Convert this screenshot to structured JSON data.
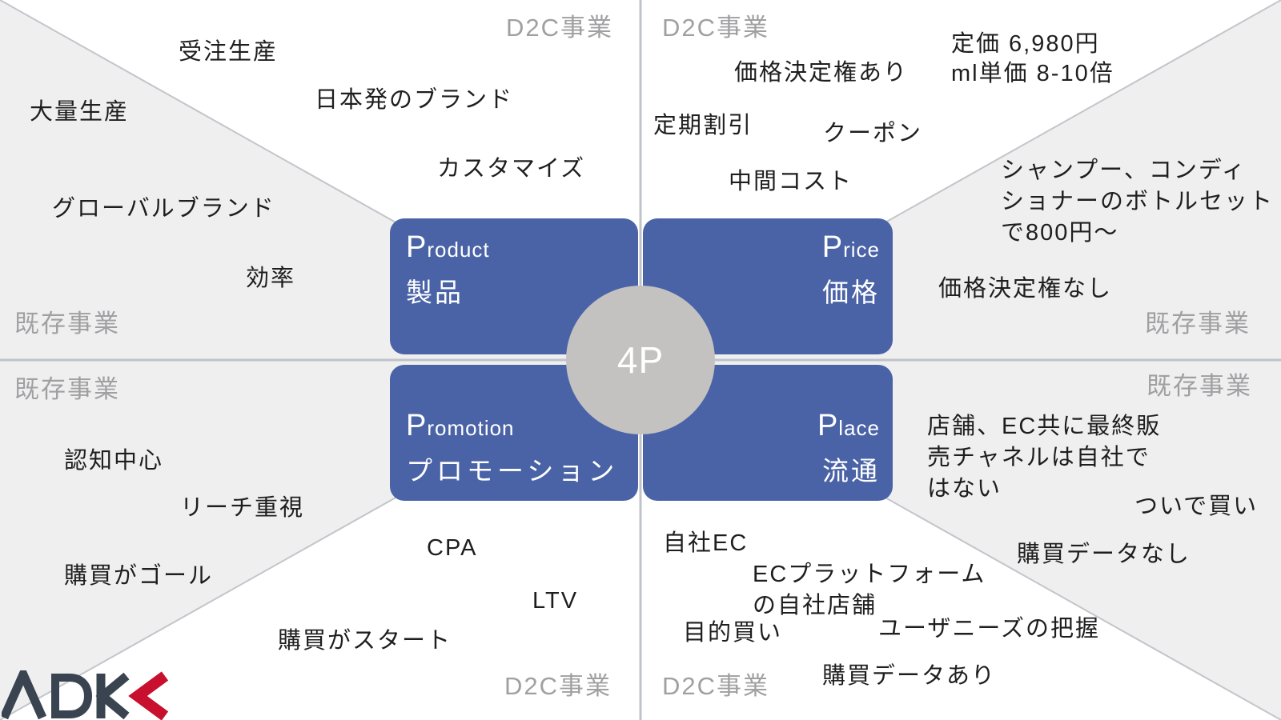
{
  "title": "4P framework comparison: D2C business vs existing business",
  "colors": {
    "accent_blue": "#4A63A6",
    "circle_gray": "#C3C2C1",
    "triangle_gray": "#EFEFF0",
    "line_gray": "#C2C5CA",
    "label_gray": "#A0A0A2",
    "text_dark": "#1E1E1E",
    "logo_dark": "#3A4450",
    "logo_red": "#C8102E"
  },
  "center": {
    "label": "4P"
  },
  "boxes": {
    "product": {
      "en_initial": "P",
      "en_rest": "roduct",
      "jp": "製品"
    },
    "price": {
      "en_initial": "P",
      "en_rest": "rice",
      "jp": "価格"
    },
    "promotion": {
      "en_initial": "P",
      "en_rest": "romotion",
      "jp": "プロモーション"
    },
    "place": {
      "en_initial": "P",
      "en_rest": "lace",
      "jp": "流通"
    }
  },
  "quadrant_labels": {
    "tl_d2c": "D2C事業",
    "tr_d2c": "D2C事業",
    "bl_d2c": "D2C事業",
    "br_d2c": "D2C事業",
    "left_upper": "既存事業",
    "left_lower": "既存事業",
    "right_upper": "既存事業",
    "right_lower": "既存事業"
  },
  "annotations": {
    "top_left": [
      {
        "text": "受注生産"
      },
      {
        "text": "大量生産"
      },
      {
        "text": "日本発のブランド"
      },
      {
        "text": "カスタマイズ"
      },
      {
        "text": "グローバルブランド"
      },
      {
        "text": "効率"
      }
    ],
    "top_right": [
      {
        "text": "定価 6,980円"
      },
      {
        "text": "ml単価 8-10倍"
      },
      {
        "text": "価格決定権あり"
      },
      {
        "text": "定期割引"
      },
      {
        "text": "クーポン"
      },
      {
        "text": "中間コスト"
      },
      {
        "text": "シャンプー、コンディ\nショナーのボトルセット\nで800円〜"
      },
      {
        "text": "価格決定権なし"
      }
    ],
    "bottom_left": [
      {
        "text": "認知中心"
      },
      {
        "text": "リーチ重視"
      },
      {
        "text": "購買がゴール"
      },
      {
        "text": "CPA"
      },
      {
        "text": "LTV"
      },
      {
        "text": "購買がスタート"
      }
    ],
    "bottom_right": [
      {
        "text": "店舗、EC共に最終販\n売チャネルは自社で\nはない"
      },
      {
        "text": "ついで買い"
      },
      {
        "text": "購買データなし"
      },
      {
        "text": "自社EC"
      },
      {
        "text": "ECプラットフォーム\nの自社店舗"
      },
      {
        "text": "目的買い"
      },
      {
        "text": "ユーザニーズの把握"
      },
      {
        "text": "購買データあり"
      }
    ]
  },
  "logo": {
    "text": "ADK"
  }
}
